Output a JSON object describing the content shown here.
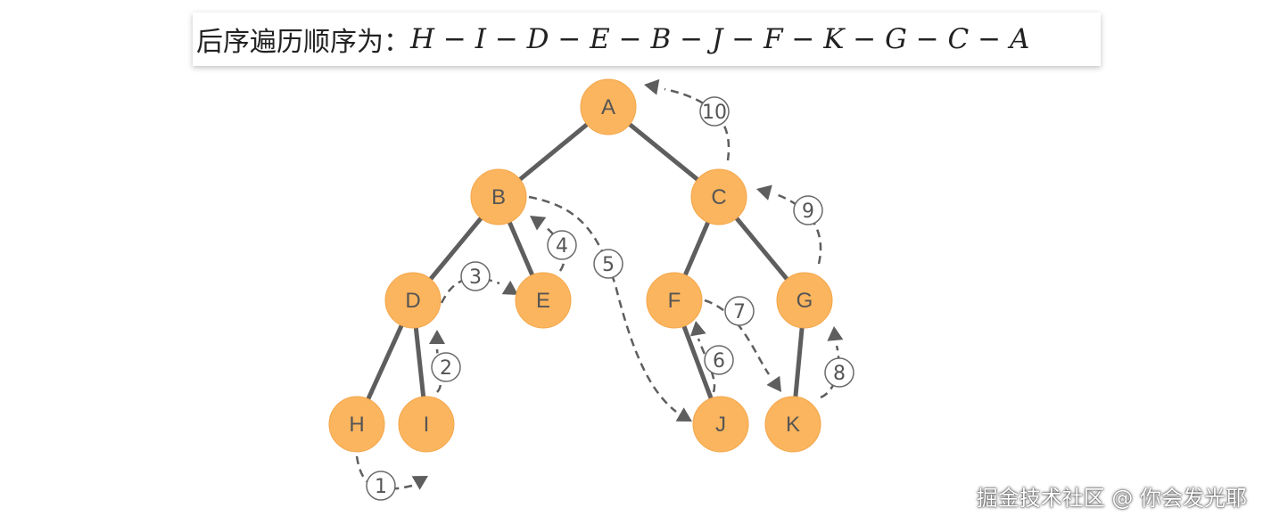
{
  "banner": {
    "label": "后序遍历顺序为：",
    "sequence": "H − I − D − E − B − J − F − K − G − C − A"
  },
  "colors": {
    "node_fill": "#fbb55e",
    "edge": "#5e5e5e",
    "text": "#555555"
  },
  "tree": {
    "nodes": [
      {
        "id": "A",
        "label": "A"
      },
      {
        "id": "B",
        "label": "B"
      },
      {
        "id": "C",
        "label": "C"
      },
      {
        "id": "D",
        "label": "D"
      },
      {
        "id": "E",
        "label": "E"
      },
      {
        "id": "F",
        "label": "F"
      },
      {
        "id": "G",
        "label": "G"
      },
      {
        "id": "H",
        "label": "H"
      },
      {
        "id": "I",
        "label": "I"
      },
      {
        "id": "J",
        "label": "J"
      },
      {
        "id": "K",
        "label": "K"
      }
    ],
    "edges": [
      {
        "from": "A",
        "to": "B"
      },
      {
        "from": "A",
        "to": "C"
      },
      {
        "from": "B",
        "to": "D"
      },
      {
        "from": "B",
        "to": "E"
      },
      {
        "from": "C",
        "to": "F"
      },
      {
        "from": "C",
        "to": "G"
      },
      {
        "from": "D",
        "to": "H"
      },
      {
        "from": "D",
        "to": "I"
      },
      {
        "from": "F",
        "to": "J"
      },
      {
        "from": "G",
        "to": "K"
      }
    ],
    "steps": [
      {
        "label": "①",
        "from": "H",
        "to": "I"
      },
      {
        "label": "②",
        "from": "I",
        "to": "D"
      },
      {
        "label": "③",
        "from": "D",
        "to": "E"
      },
      {
        "label": "④",
        "from": "E",
        "to": "B"
      },
      {
        "label": "⑤",
        "from": "B",
        "to": "J"
      },
      {
        "label": "⑥",
        "from": "J",
        "to": "F"
      },
      {
        "label": "⑦",
        "from": "F",
        "to": "K"
      },
      {
        "label": "⑧",
        "from": "K",
        "to": "G"
      },
      {
        "label": "⑨",
        "from": "G",
        "to": "C"
      },
      {
        "label": "⑩",
        "from": "C",
        "to": "A"
      }
    ]
  },
  "watermark": "掘金技术社区 @ 你会发光耶"
}
